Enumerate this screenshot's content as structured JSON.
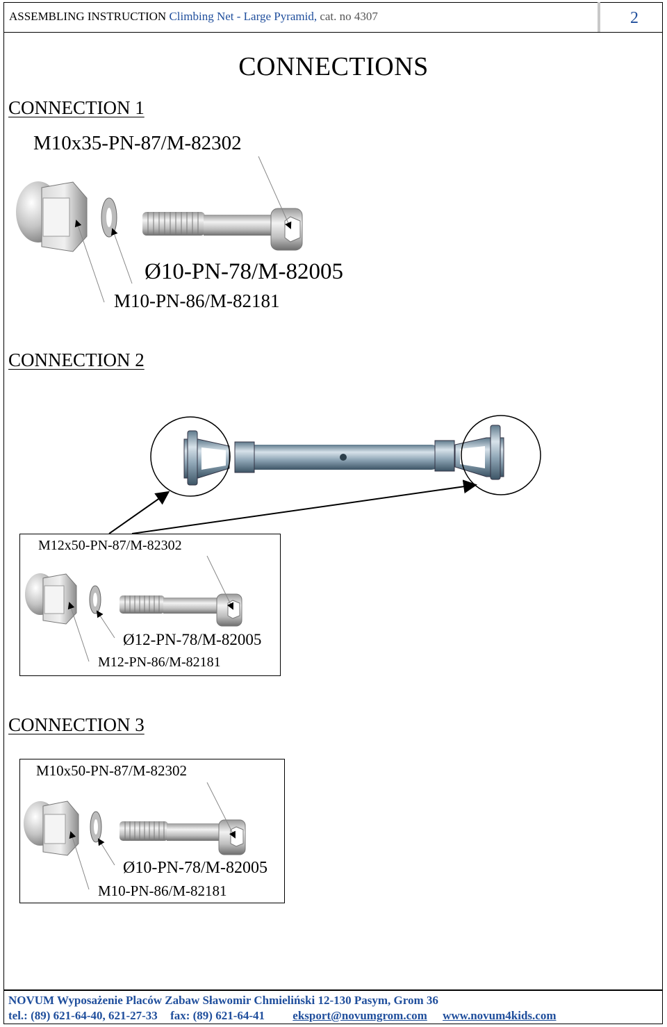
{
  "header": {
    "title_main": "ASSEMBLING INSTRUCTION",
    "title_sub": "Climbing Net - Large Pyramid,",
    "title_cat": "cat. no 4307",
    "page_number": "2"
  },
  "page_title": "CONNECTIONS",
  "connections": [
    {
      "heading": "CONNECTION 1",
      "bolt_label": "M10x35-PN-87/M-82302",
      "washer_label": "Ø10-PN-78/M-82005",
      "nut_label": "M10-PN-86/M-82181"
    },
    {
      "heading": "CONNECTION 2",
      "bolt_label": "M12x50-PN-87/M-82302",
      "washer_label": "Ø12-PN-78/M-82005",
      "nut_label": "M12-PN-86/M-82181"
    },
    {
      "heading": "CONNECTION 3",
      "bolt_label": "M10x50-PN-87/M-82302",
      "washer_label": "Ø10-PN-78/M-82005",
      "nut_label": "M10-PN-86/M-82181"
    }
  ],
  "footer": {
    "company": "NOVUM Wyposażenie Placów Zabaw Sławomir Chmieliński 12-130 Pasym, Grom 36",
    "tel": "tel.: (89) 621-64-40, 621-27-33",
    "fax": "fax: (89) 621-64-41",
    "email": "eksport@novumgrom.com",
    "website": "www.novum4kids.com"
  },
  "colors": {
    "accent_blue": "#1f4e9c",
    "metal_light": "#e6e6e6",
    "metal_dark": "#8a8a8a"
  }
}
